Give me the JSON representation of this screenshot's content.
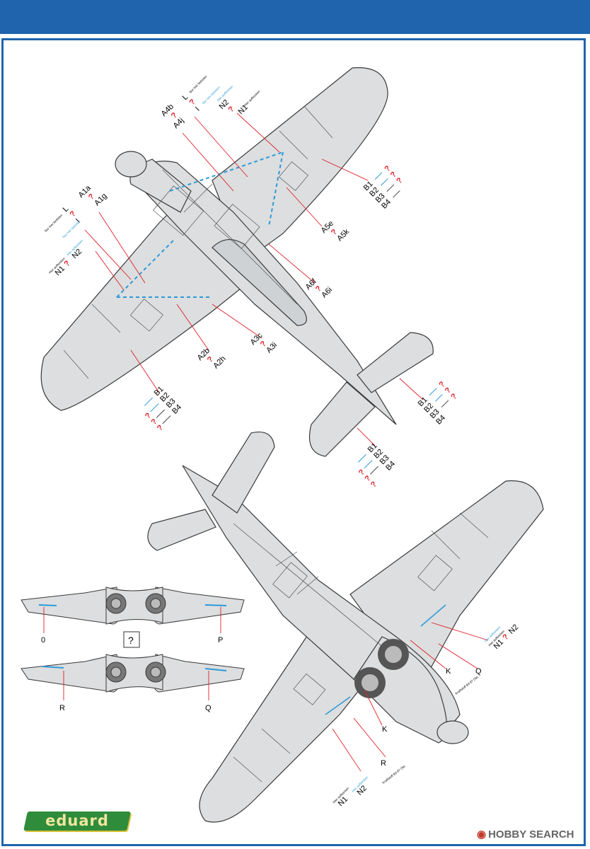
{
  "brand": {
    "logo_text": "eduard",
    "watermark_icon": "hobby-search-logo-icon",
    "watermark_text": "HOBBY SEARCH"
  },
  "colors": {
    "header": "#1f64ad",
    "aircraft": "#dcdedf",
    "outline": "#3a3a3a",
    "leader": "#e0202a",
    "question": "#e0202a",
    "stencil": "#2e9ad8"
  },
  "top_view": {
    "callouts": [
      {
        "id": "a4",
        "lines": [
          "A4b",
          "?",
          "A4j"
        ]
      },
      {
        "id": "lin",
        "lines": [
          "L",
          "?",
          "I"
        ]
      },
      {
        "id": "n2n1",
        "lines": [
          "N2",
          "?",
          "N1"
        ]
      },
      {
        "id": "a1",
        "lines": [
          "A1a",
          "?",
          "A1g"
        ]
      },
      {
        "id": "lin2",
        "lines": [
          "L",
          "?",
          "I"
        ]
      },
      {
        "id": "n1n2",
        "lines": [
          "N1",
          "?",
          "N2"
        ]
      },
      {
        "id": "a5",
        "lines": [
          "A5e",
          "?",
          "A5k"
        ]
      },
      {
        "id": "a6",
        "lines": [
          "A6f",
          "?",
          "A6i"
        ]
      },
      {
        "id": "a3",
        "lines": [
          "A3c",
          "?",
          "A3i"
        ]
      },
      {
        "id": "a2",
        "lines": [
          "A2b",
          "?",
          "A2h"
        ]
      }
    ],
    "stencil_texts": {
      "nur_hier": "Nur hier betreten",
      "hier_auf": "Hier aufbocken"
    },
    "b_groups": [
      {
        "id": "b-right-wing",
        "items": [
          "B1",
          "B2",
          "B3",
          "B4"
        ]
      },
      {
        "id": "b-left-wing",
        "items": [
          "B1",
          "B2",
          "B3",
          "B4"
        ]
      },
      {
        "id": "b-stab-right",
        "items": [
          "B1",
          "B2",
          "B3",
          "B4"
        ]
      },
      {
        "id": "b-stab-left",
        "items": [
          "B1",
          "B2",
          "B3",
          "B4"
        ]
      }
    ],
    "question": "?"
  },
  "bottom_view": {
    "labels": [
      {
        "id": "n1-right",
        "lines": [
          "N1",
          "?",
          "N2"
        ]
      },
      {
        "id": "k-right",
        "lines": [
          "K"
        ]
      },
      {
        "id": "q",
        "lines": [
          "Q"
        ]
      },
      {
        "id": "k-left",
        "lines": [
          "K"
        ]
      },
      {
        "id": "r",
        "lines": [
          "R"
        ]
      },
      {
        "id": "n1-bottom",
        "lines": [
          "N1",
          "N2"
        ]
      }
    ],
    "stencil_texts": {
      "kraftstoff": "Kraftstoff B4 87 Okt.",
      "hier_auf": "Hier aufbocken"
    }
  },
  "flap_details": {
    "labels": {
      "o": "0",
      "p": "P",
      "r": "R",
      "q": "Q"
    },
    "box_label": "?"
  }
}
